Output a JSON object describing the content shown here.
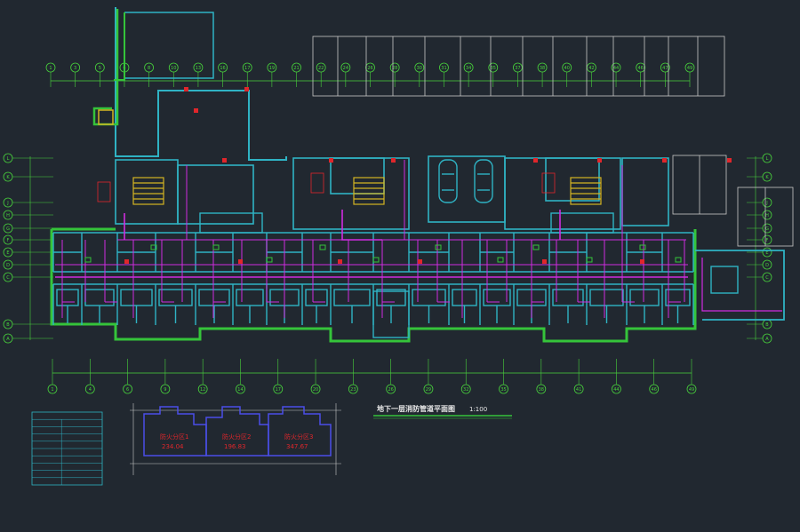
{
  "drawing": {
    "title": "地下一层消防管道平面图",
    "scale": "1:100",
    "top_axes": [
      "1",
      "3",
      "5",
      "6",
      "8",
      "10",
      "13",
      "16",
      "17",
      "19",
      "21",
      "22",
      "24",
      "26",
      "28",
      "30",
      "31",
      "34",
      "35",
      "37",
      "38",
      "40",
      "42",
      "44",
      "46",
      "47",
      "49"
    ],
    "bottom_axes": [
      "1",
      "4",
      "6",
      "9",
      "12",
      "14",
      "17",
      "20",
      "23",
      "26",
      "29",
      "32",
      "35",
      "38",
      "41",
      "44",
      "46",
      "49"
    ],
    "left_axes": [
      "L",
      "K",
      "J",
      "H",
      "G",
      "F",
      "E",
      "D",
      "C",
      "B",
      "A"
    ],
    "right_axes": [
      "L",
      "K",
      "J",
      "H",
      "G",
      "F",
      "E",
      "D",
      "C",
      "B",
      "A"
    ]
  },
  "fire_zones": [
    {
      "label": "防火分区1",
      "area": "234.04"
    },
    {
      "label": "防火分区2",
      "area": "196.83"
    },
    {
      "label": "防火分区3",
      "area": "347.67"
    }
  ],
  "legend_table": {
    "header": "",
    "col1": "",
    "col2": "",
    "rows": [
      [
        "",
        ""
      ],
      [
        "",
        ""
      ],
      [
        "",
        ""
      ],
      [
        "",
        ""
      ],
      [
        "",
        ""
      ],
      [
        "",
        ""
      ],
      [
        "",
        ""
      ],
      [
        "",
        ""
      ]
    ]
  },
  "colors": {
    "background": "#212830",
    "wall_green": "#35c43a",
    "wall_cyan": "#2fb3c4",
    "pipe_magenta": "#d02ce0",
    "axis_green": "#48d23c",
    "red_mark": "#e0262b",
    "white_line": "#c8c8c8",
    "zone_blue": "#4a4ee8"
  }
}
